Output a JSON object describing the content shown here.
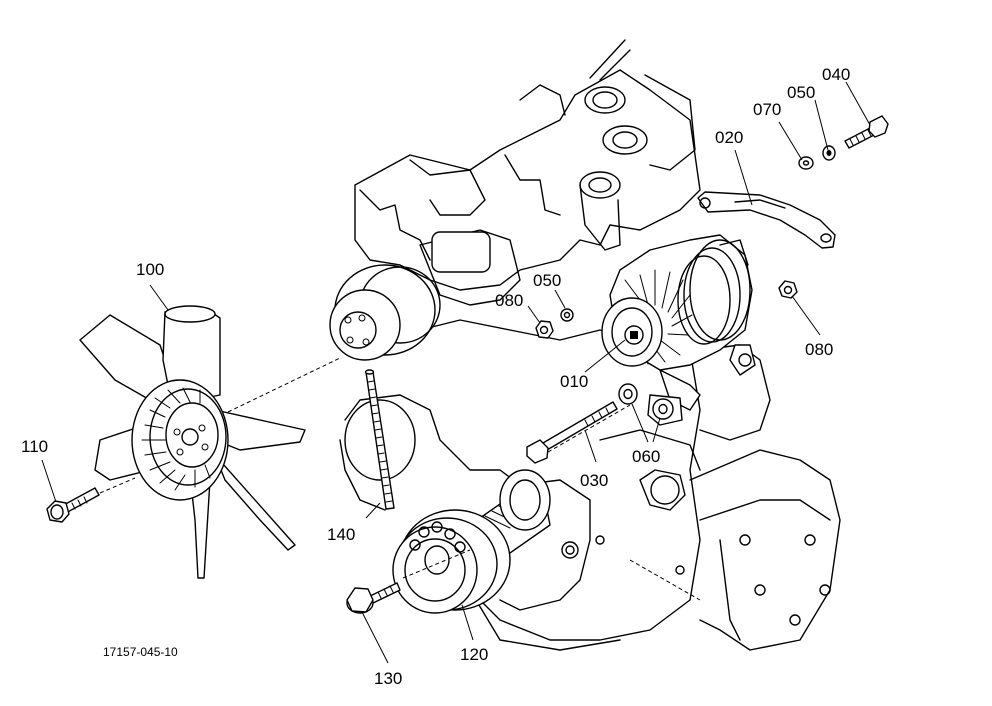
{
  "drawing_number": "17157-045-10",
  "callouts": {
    "c010": "010",
    "c020": "020",
    "c030": "030",
    "c040": "040",
    "c050a": "050",
    "c050b": "050",
    "c060": "060",
    "c070": "070",
    "c080a": "080",
    "c080b": "080",
    "c100": "100",
    "c110": "110",
    "c120": "120",
    "c130": "130",
    "c140": "140"
  }
}
